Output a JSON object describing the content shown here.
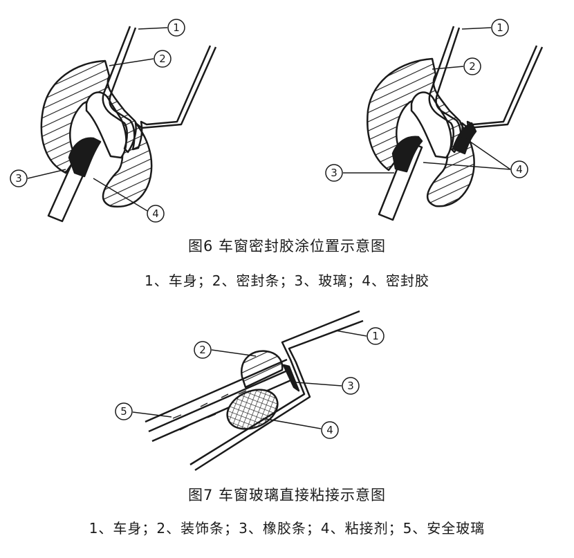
{
  "figure6": {
    "caption": "图6  车窗密封胶涂位置示意图",
    "legend": "1、车身；2、密封条；3、玻璃；4、密封胶",
    "left_callouts": [
      "1",
      "2",
      "3",
      "4"
    ],
    "right_callouts": [
      "1",
      "2",
      "3",
      "4"
    ]
  },
  "figure7": {
    "caption": "图7  车窗玻璃直接粘接示意图",
    "legend": "1、车身；2、装饰条；3、橡胶条；4、粘接剂；5、安全玻璃",
    "callouts": [
      "1",
      "2",
      "3",
      "4",
      "5"
    ]
  },
  "colors": {
    "ink": "#1a1a1a",
    "background": "#ffffff"
  }
}
